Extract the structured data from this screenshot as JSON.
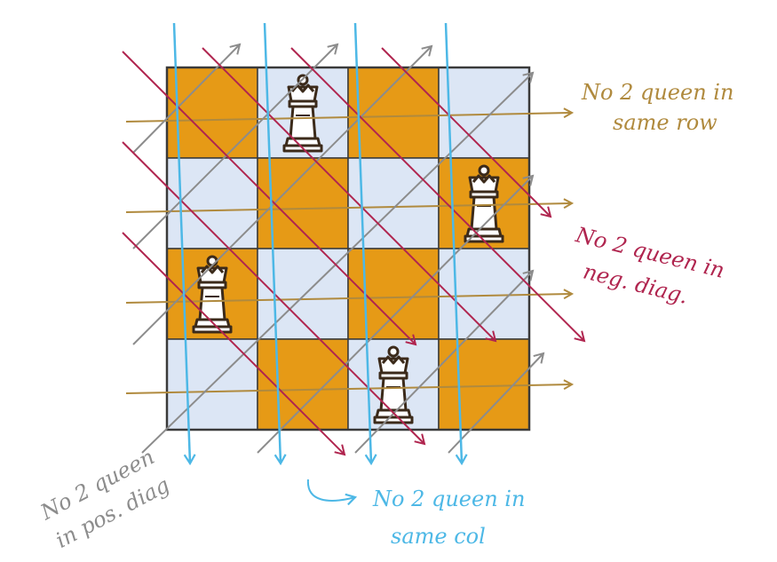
{
  "board": {
    "size": 4,
    "colors": {
      "dark": "#E69A16",
      "light": "#DCE6F5",
      "grid": "#3A3A3A"
    },
    "queens": [
      {
        "row": 0,
        "col": 1
      },
      {
        "row": 1,
        "col": 3
      },
      {
        "row": 2,
        "col": 0
      },
      {
        "row": 3,
        "col": 2
      }
    ]
  },
  "arrow_colors": {
    "row": "#B08A3E",
    "col": "#4DB8E6",
    "neg_diag": "#B0254F",
    "pos_diag": "#8C8C8C"
  },
  "labels": {
    "row": [
      "No 2 queen in",
      "same row"
    ],
    "neg_diag": [
      "No 2 queen in",
      "neg. diag."
    ],
    "pos_diag": [
      "No 2 queen",
      "in pos. diag"
    ],
    "col": [
      "No 2 queen in",
      "same col"
    ]
  }
}
